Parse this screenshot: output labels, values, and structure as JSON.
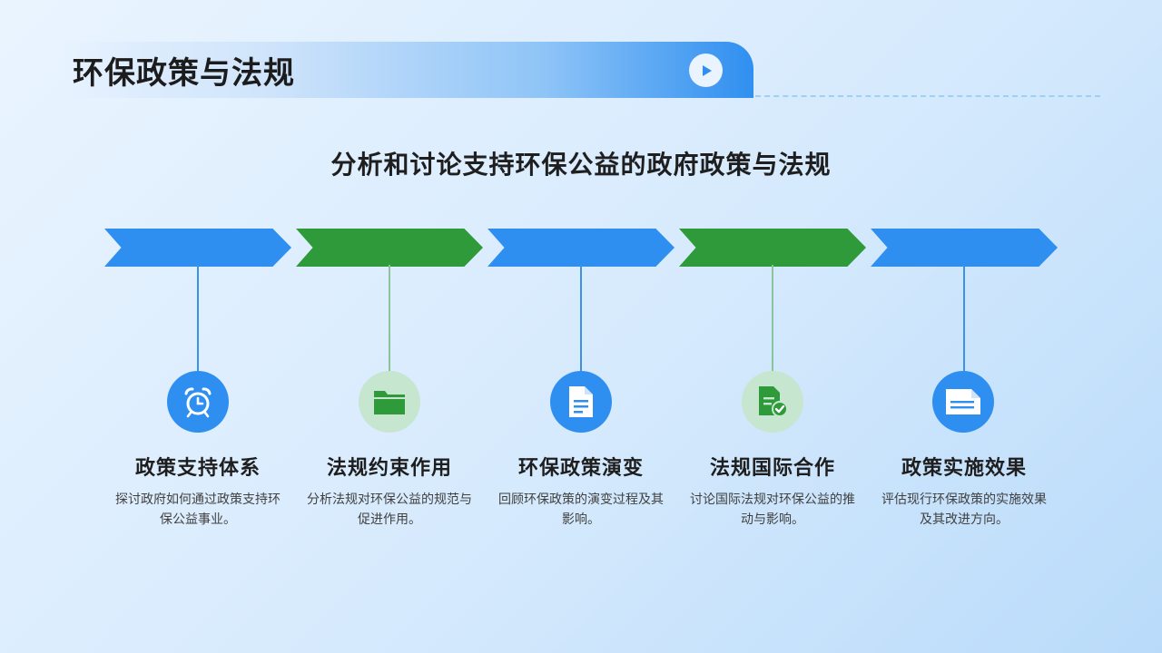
{
  "header": {
    "title": "环保政策与法规",
    "play_icon": "play-icon"
  },
  "subtitle": "分析和讨论支持环保公益的政府政策与法规",
  "colors": {
    "blue": "#2f8ff0",
    "green": "#2f9a3a",
    "green_light": "#c6e6cf"
  },
  "items": [
    {
      "title": "政策支持体系",
      "desc": "探讨政府如何通过政策支持环保公益事业。",
      "icon": "alarm-clock-icon",
      "color": "blue"
    },
    {
      "title": "法规约束作用",
      "desc": "分析法规对环保公益的规范与促进作用。",
      "icon": "folder-icon",
      "color": "green"
    },
    {
      "title": "环保政策演变",
      "desc": "回顾环保政策的演变过程及其影响。",
      "icon": "document-icon",
      "color": "blue"
    },
    {
      "title": "法规国际合作",
      "desc": "讨论国际法规对环保公益的推动与影响。",
      "icon": "document-check-icon",
      "color": "green"
    },
    {
      "title": "政策实施效果",
      "desc": "评估现行环保政策的实施效果及其改进方向。",
      "icon": "paper-icon",
      "color": "blue"
    }
  ]
}
